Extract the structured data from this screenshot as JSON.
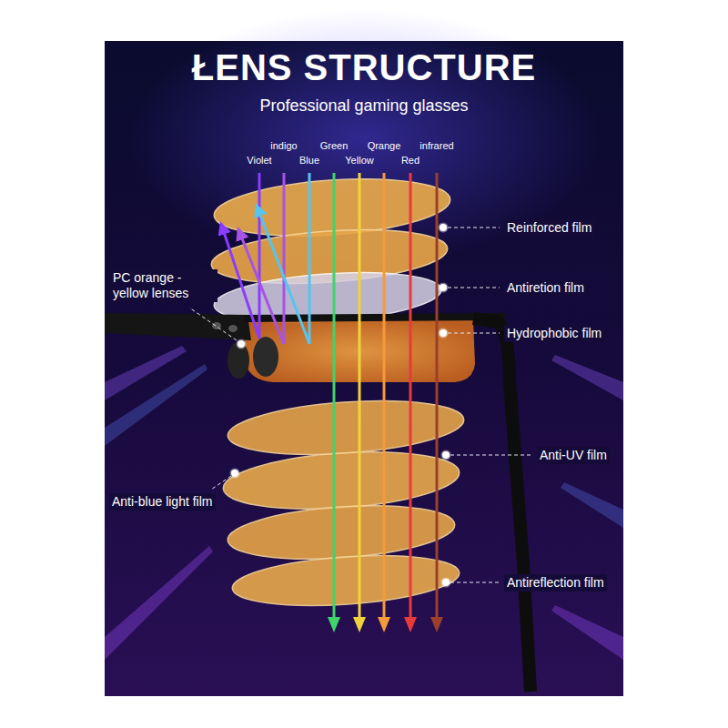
{
  "diagram": {
    "title": "ŁENS STRUCTURE",
    "labels": [
      "Professional gaming glasses",
      "indigo",
      "Green",
      "Qrange",
      "infrared",
      "Violet",
      "Blue",
      "Yellow",
      "Red",
      "Reinforced film",
      "PC orange -yellow lenses",
      "Antiretion film",
      "Hydrophobic film",
      "Anti-UV film",
      "Anti-blue light film",
      "Antireflection film"
    ]
  }
}
